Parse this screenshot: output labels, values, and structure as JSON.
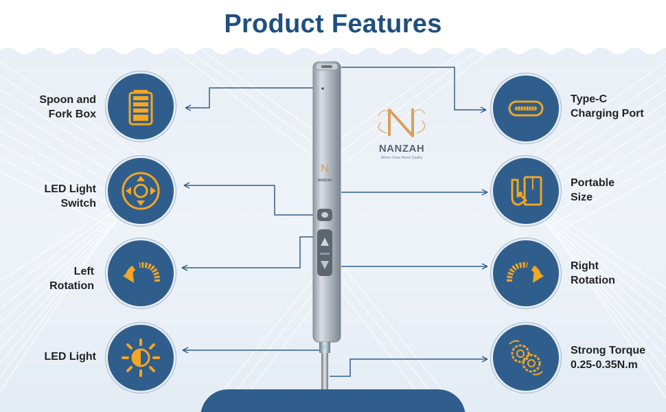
{
  "title": "Product Features",
  "brand": {
    "name": "NANZAH",
    "tagline": "Where Value Meets Quality",
    "pen_label": "NANZAH"
  },
  "colors": {
    "title": "#1f4f7f",
    "circle": "#2f5e8c",
    "icon": "#f5a623",
    "line": "#2f5e8c"
  },
  "features_left": [
    {
      "icon": "battery-icon",
      "line1": "Spoon and",
      "line2": "Fork Box"
    },
    {
      "icon": "dpad-icon",
      "line1": "LED Light",
      "line2": "Switch"
    },
    {
      "icon": "rotate-left-icon",
      "line1": "Left",
      "line2": "Rotation"
    },
    {
      "icon": "sun-icon",
      "line1": "LED Light",
      "line2": ""
    }
  ],
  "features_right": [
    {
      "icon": "usb-c-icon",
      "line1": "Type-C",
      "line2": "Charging Port"
    },
    {
      "icon": "portable-icon",
      "line1": "Portable",
      "line2": "Size"
    },
    {
      "icon": "rotate-right-icon",
      "line1": "Right",
      "line2": "Rotation"
    },
    {
      "icon": "gears-icon",
      "line1": "Strong Torque",
      "line2": "0.25-0.35N.m"
    }
  ]
}
